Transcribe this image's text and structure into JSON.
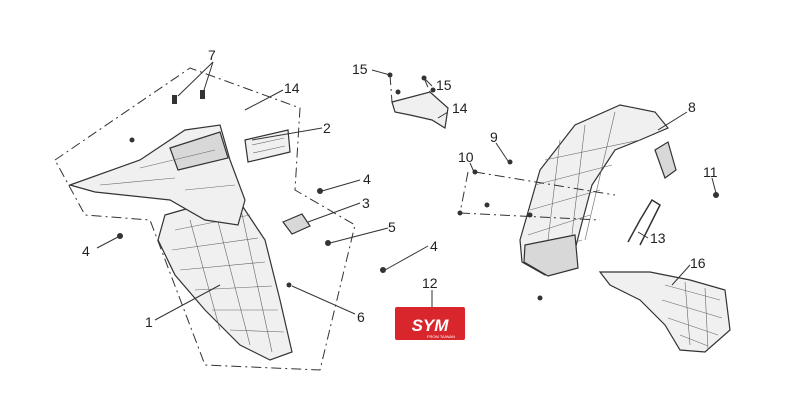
{
  "callouts": {
    "c1": "1",
    "c2": "2",
    "c3": "3",
    "c4a": "4",
    "c4b": "4",
    "c4c": "4",
    "c5": "5",
    "c6": "6",
    "c7": "7",
    "c8": "8",
    "c9": "9",
    "c10": "10",
    "c11": "11",
    "c12": "12",
    "c13": "13",
    "c14a": "14",
    "c14b": "14",
    "c15a": "15",
    "c15b": "15",
    "c16": "16"
  },
  "emblem": {
    "brand": "SYM",
    "tagline": "FROM TAIWAN",
    "color": "#d9262c"
  },
  "colors": {
    "line": "#333333",
    "part_fill": "#f0f0f0"
  }
}
